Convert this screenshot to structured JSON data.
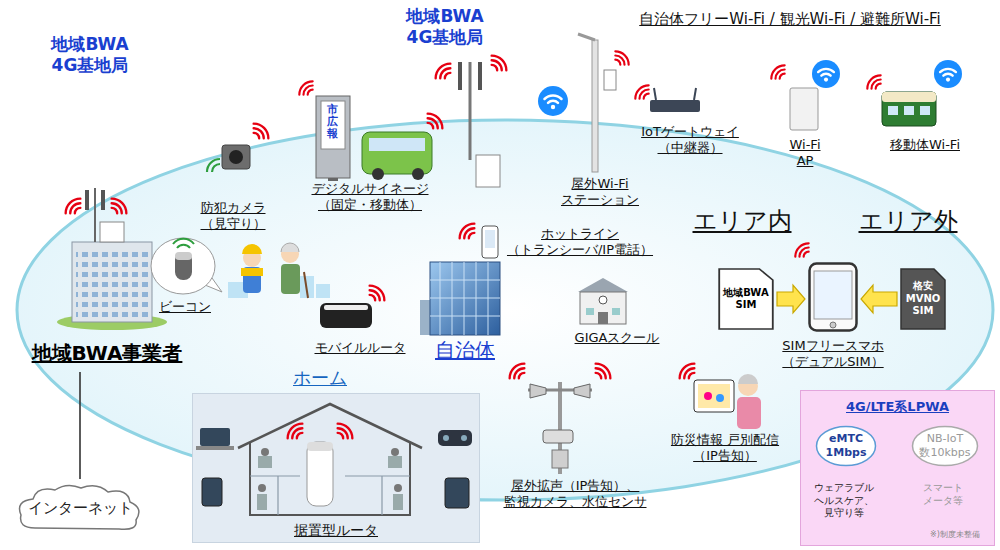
{
  "diagram": {
    "nodes": [
      {
        "text": [
          "地域BWA事業者"
        ]
      },
      {
        "text": [
          "インターネット"
        ]
      },
      {
        "text": [
          "ホーム",
          "据置型ルータ"
        ]
      },
      {
        "text": [
          "地域BWA SIM"
        ]
      },
      {
        "text": [
          "SIMフリースマホ （デュアルSIM）"
        ]
      },
      {
        "text": [
          "格安 MVNO SIM"
        ]
      },
      {
        "text": [
          "4G/LTE系LPWA"
        ]
      },
      {
        "text": [
          "eMTC 1Mbps"
        ],
        "in": 6
      },
      {
        "text": [
          "NB-IoT 数10kbps"
        ],
        "in": 6
      }
    ],
    "edges": [
      {
        "from": 0,
        "to": 1,
        "arrow": "none"
      },
      {
        "from": 3,
        "to": 4,
        "arrow": "to"
      },
      {
        "from": 5,
        "to": 4,
        "arrow": "to"
      }
    ],
    "labels": [
      "地域BWA 4G基地局",
      "地域BWA 4G基地局",
      "自治体フリーWi-Fi / 観光Wi-Fi / 避難所Wi-Fi",
      "IoTゲートウェイ （中継器）",
      "Wi-Fi AP",
      "移動体Wi-Fi",
      "屋外Wi-Fi ステーション",
      "市広報",
      "デジタルサイネージ （固定・移動体）",
      "防犯カメラ （見守り）",
      "ビーコン",
      "ホットライン （トランシーバ/IP電話）",
      "モバイルルータ",
      "自治体",
      "GIGAスクール",
      "エリア内",
      "エリア外",
      "屋外拡声（IP告知）、 監視カメラ、水位センサ",
      "防災情報 戸別配信（IP告知）",
      "ウェアラブル ヘルスケア、 見守り等",
      "スマート メータ等",
      "※)制度未整備"
    ]
  }
}
